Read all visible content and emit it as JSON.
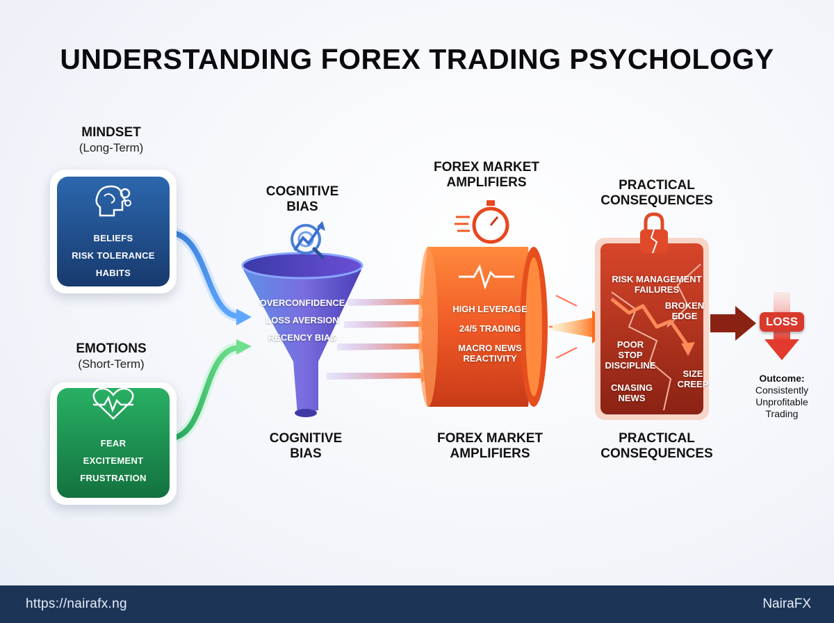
{
  "title": "UNDERSTANDING FOREX TRADING PSYCHOLOGY",
  "mindset": {
    "label": "MINDSET",
    "sub": "(Long-Term)",
    "items": [
      "BELIEFS",
      "RISK TOLERANCE",
      "HABITS"
    ]
  },
  "emotions": {
    "label": "EMOTIONS",
    "sub": "(Short-Term)",
    "items": [
      "FEAR",
      "EXCITEMENT",
      "FRUSTRATION"
    ]
  },
  "cognitive": {
    "label_top": "COGNITIVE\nBIAS",
    "label_bottom": "COGNITIVE\nBIAS",
    "items": [
      "OVERCONFIDENCE",
      "LOSS AVERSION",
      "RECENCY BIAS"
    ]
  },
  "amplifiers": {
    "label_top": "FOREX MARKET\nAMPLIFIERS",
    "label_bottom": "FOREX MARKET\nAMPLIFIERS",
    "items": [
      "HIGH LEVERAGE",
      "24/5 TRADING",
      "MACRO NEWS\nREACTIVITY"
    ]
  },
  "consequences": {
    "label_top": "PRACTICAL\nCONSEQUENCES",
    "label_bottom": "PRACTICAL\nCONSEQUENCES",
    "items": [
      "RISK MANAGEMENT\nFAILURES",
      "BROKEN\nEDGE",
      "POOR\nSTOP\nDISCIPLINE",
      "SIZE\nCREEP",
      "CNASING\nNEWS"
    ]
  },
  "loss": {
    "badge": "LOSS",
    "outcome_label": "Outcome:",
    "outcome_text": "Consistently\nUnprofitable\nTrading"
  },
  "footer": {
    "url": "https://nairafx.ng",
    "brand": "NairaFX"
  },
  "colors": {
    "mindset": "#1f4f8f",
    "emotions": "#1f9a55",
    "funnel": "#6a5cd6",
    "cylinder": "#f05a26",
    "consequence": "#b8321f",
    "footer": "#1c3557"
  },
  "icons": [
    "brain-gear-icon",
    "heart-pulse-icon",
    "target-chart-icon",
    "stopwatch-icon",
    "broken-lock-icon",
    "down-arrow-icon"
  ]
}
